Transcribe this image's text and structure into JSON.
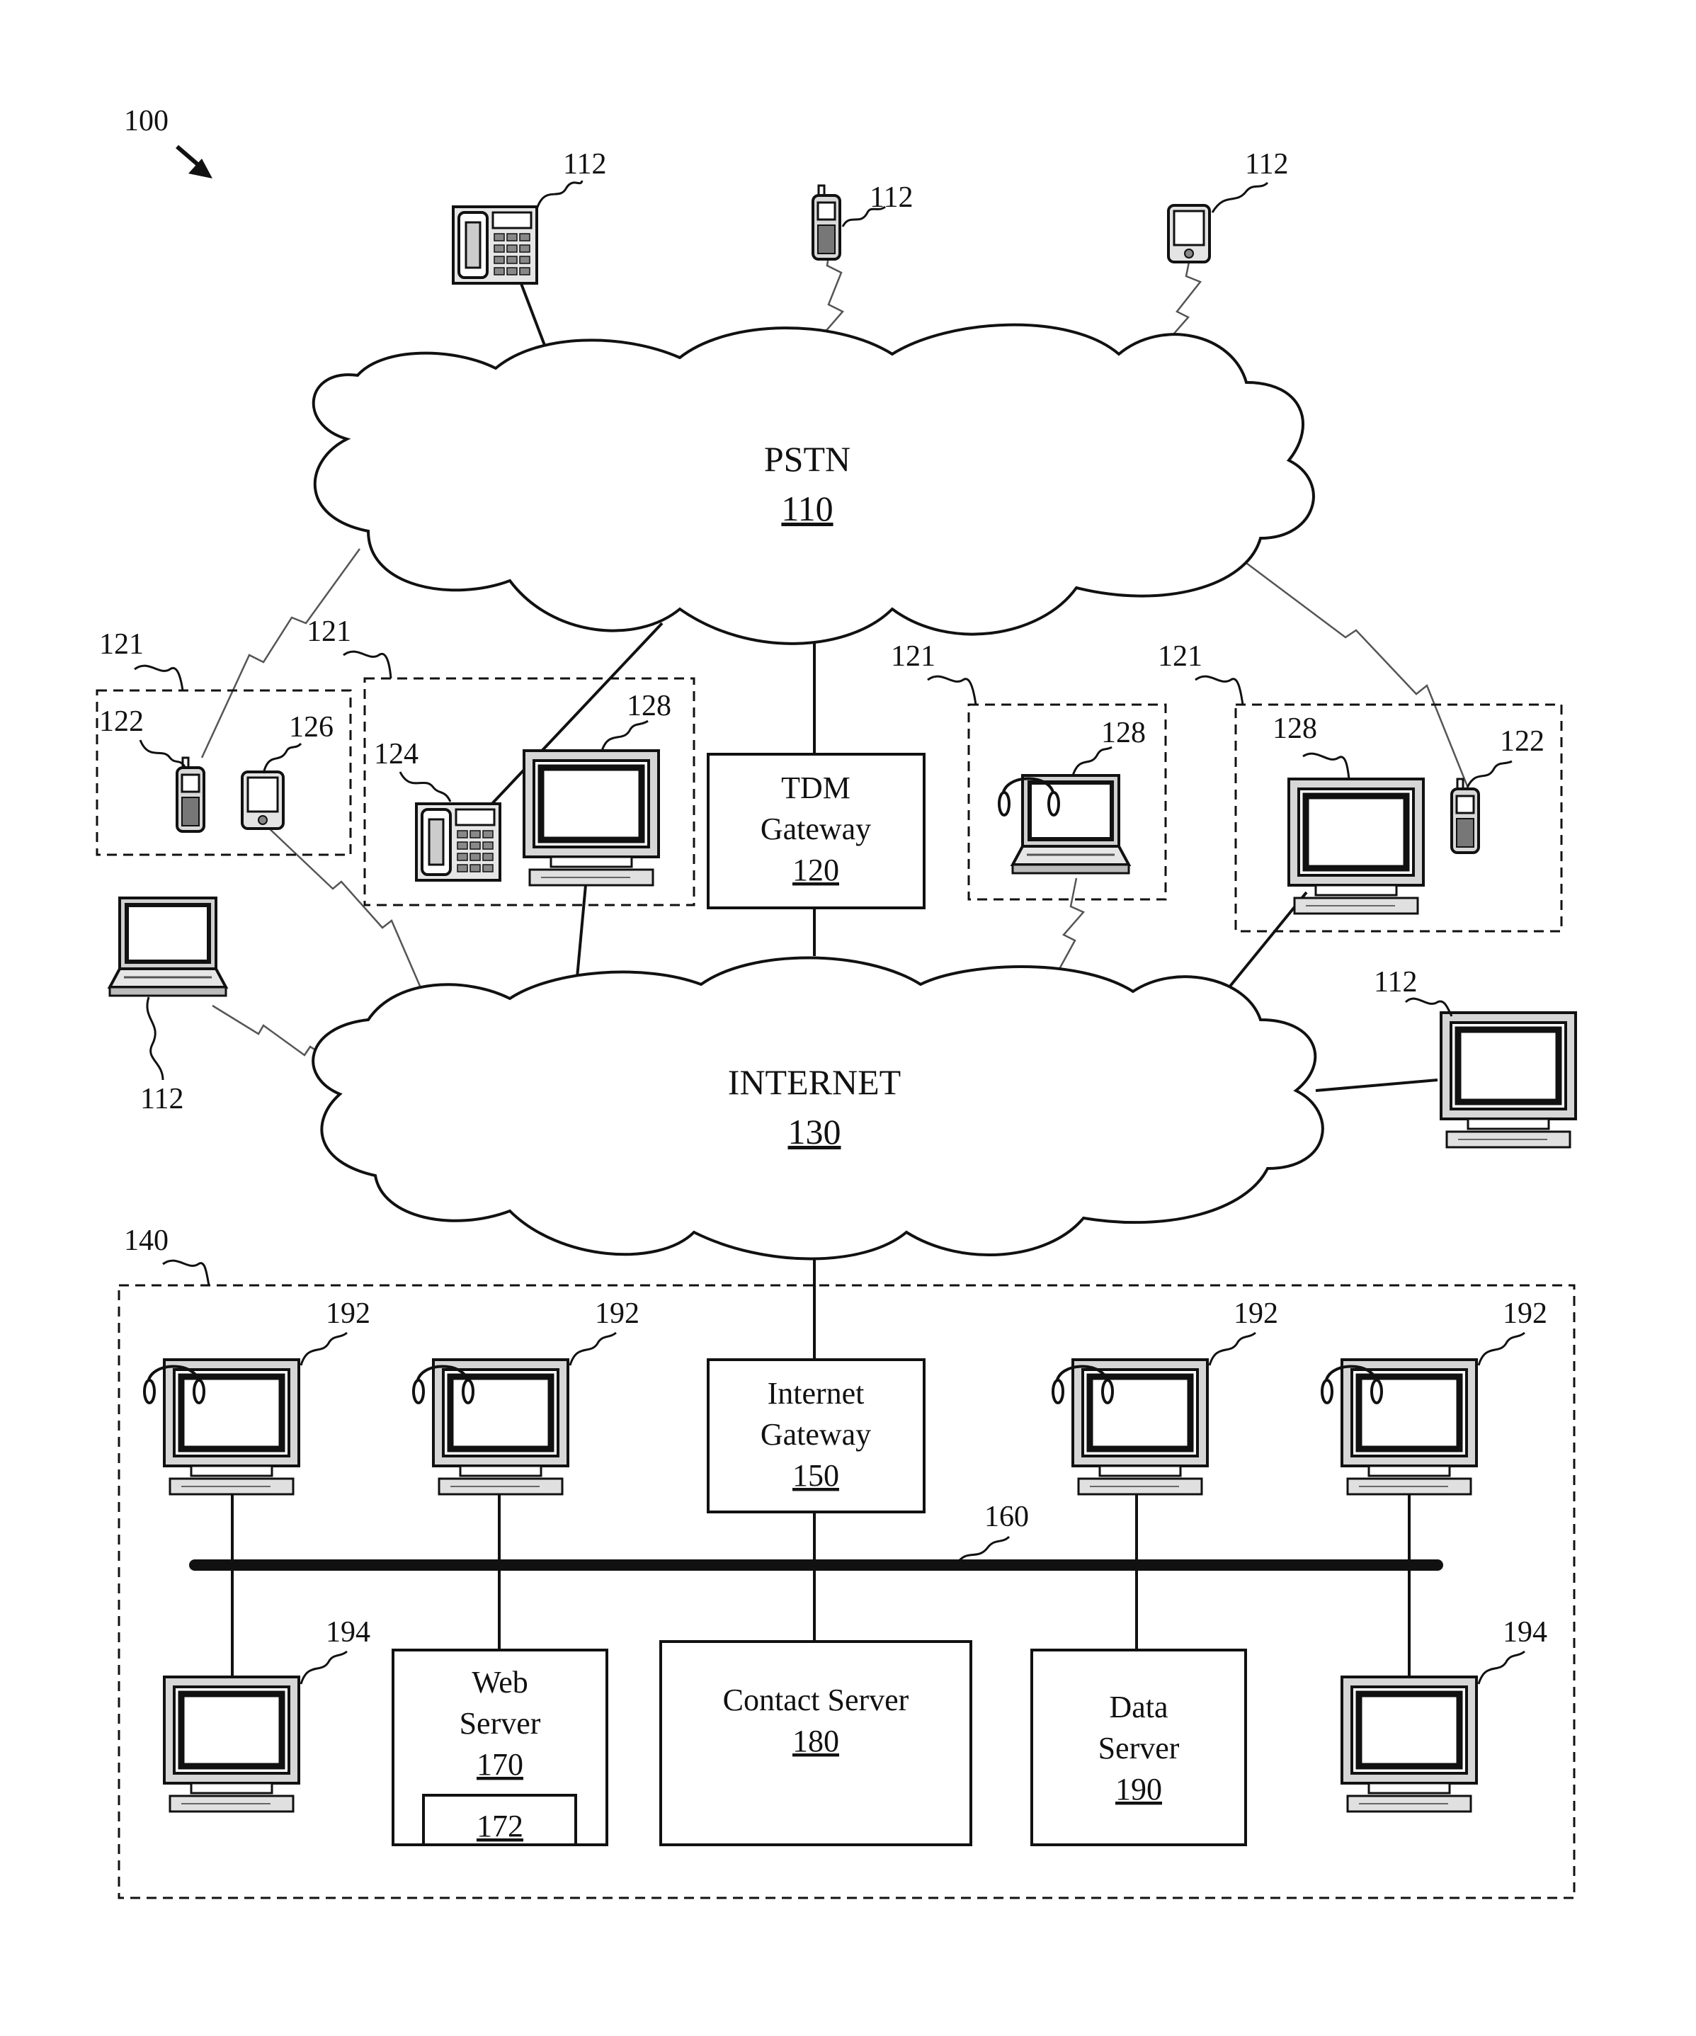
{
  "figure_label": "100",
  "clouds": {
    "pstn": {
      "name": "PSTN",
      "ref": "110"
    },
    "internet": {
      "name": "INTERNET",
      "ref": "130"
    }
  },
  "boxes": {
    "tdm_gateway": {
      "line1": "TDM",
      "line2": "Gateway",
      "ref": "120"
    },
    "internet_gateway": {
      "line1": "Internet",
      "line2": "Gateway",
      "ref": "150"
    },
    "web_server": {
      "line1": "Web",
      "line2": "Server",
      "ref": "170",
      "sub_ref": "172"
    },
    "contact_server": {
      "line1": "Contact Server",
      "ref": "180"
    },
    "data_server": {
      "line1": "Data",
      "line2": "Server",
      "ref": "190"
    }
  },
  "ref_labels": {
    "r112": "112",
    "r121": "121",
    "r122": "122",
    "r124": "124",
    "r126": "126",
    "r128": "128",
    "r140": "140",
    "r160": "160",
    "r192": "192",
    "r194": "194"
  },
  "icons": [
    "desk-phone-icon",
    "cell-phone-icon",
    "pda-icon",
    "computer-icon",
    "laptop-icon",
    "headset-icon",
    "lightning-link-icon"
  ]
}
